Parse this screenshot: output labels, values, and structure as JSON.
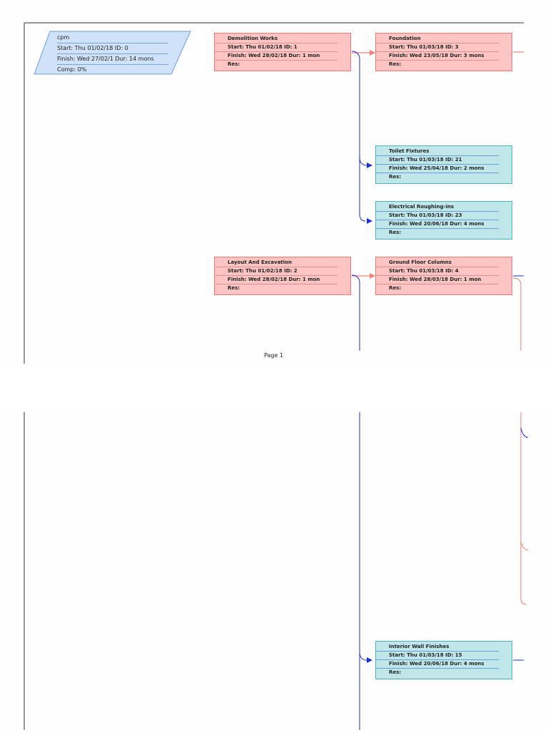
{
  "summary": {
    "name": "cpm",
    "start": "Start: Thu 01/02/18",
    "id": "ID: 0",
    "finish": "Finish: Wed 27/02/1",
    "dur": "Dur: 14 mons",
    "comp": "Comp: 0%"
  },
  "page_label": "Page 1",
  "tasks": [
    {
      "name": "Demolition Works",
      "start": "Start: Thu 01/02/18",
      "id": "ID: 1",
      "finish": "Finish: Wed 28/02/18",
      "dur": "Dur: 1 mon",
      "res": "Res:"
    },
    {
      "name": "Foundation",
      "start": "Start: Thu 01/03/18",
      "id": "ID: 3",
      "finish": "Finish: Wed 23/05/18",
      "dur": "Dur: 3 mons",
      "res": "Res:"
    },
    {
      "name": "Toilet Fixtures",
      "start": "Start: Thu 01/03/18",
      "id": "ID: 21",
      "finish": "Finish: Wed 25/04/18",
      "dur": "Dur: 2 mons",
      "res": "Res:"
    },
    {
      "name": "Electrical Roughing-ins",
      "start": "Start: Thu 01/03/18",
      "id": "ID: 23",
      "finish": "Finish: Wed 20/06/18",
      "dur": "Dur: 4 mons",
      "res": "Res:"
    },
    {
      "name": "Layout And Excavation",
      "start": "Start: Thu 01/02/18",
      "id": "ID: 2",
      "finish": "Finish: Wed 28/02/18",
      "dur": "Dur: 1 mon",
      "res": "Res:"
    },
    {
      "name": "Ground Floor Columns",
      "start": "Start: Thu 01/03/18",
      "id": "ID: 4",
      "finish": "Finish: Wed 28/03/18",
      "dur": "Dur: 1 mon",
      "res": "Res:"
    },
    {
      "name": "Interior Wall Finishes",
      "start": "Start: Thu 01/03/18",
      "id": "ID: 15",
      "finish": "Finish: Wed 20/06/18",
      "dur": "Dur: 4 mons",
      "res": "Res:"
    }
  ],
  "colors": {
    "critical_fill": "#fcc5c3",
    "critical_border": "#e67a76",
    "normal_fill": "#bfe7ea",
    "normal_border": "#4fb3bf",
    "summary_fill": "#cfe2f8",
    "link_normal": "#1a2fd6",
    "link_critical": "#ef7e79"
  }
}
